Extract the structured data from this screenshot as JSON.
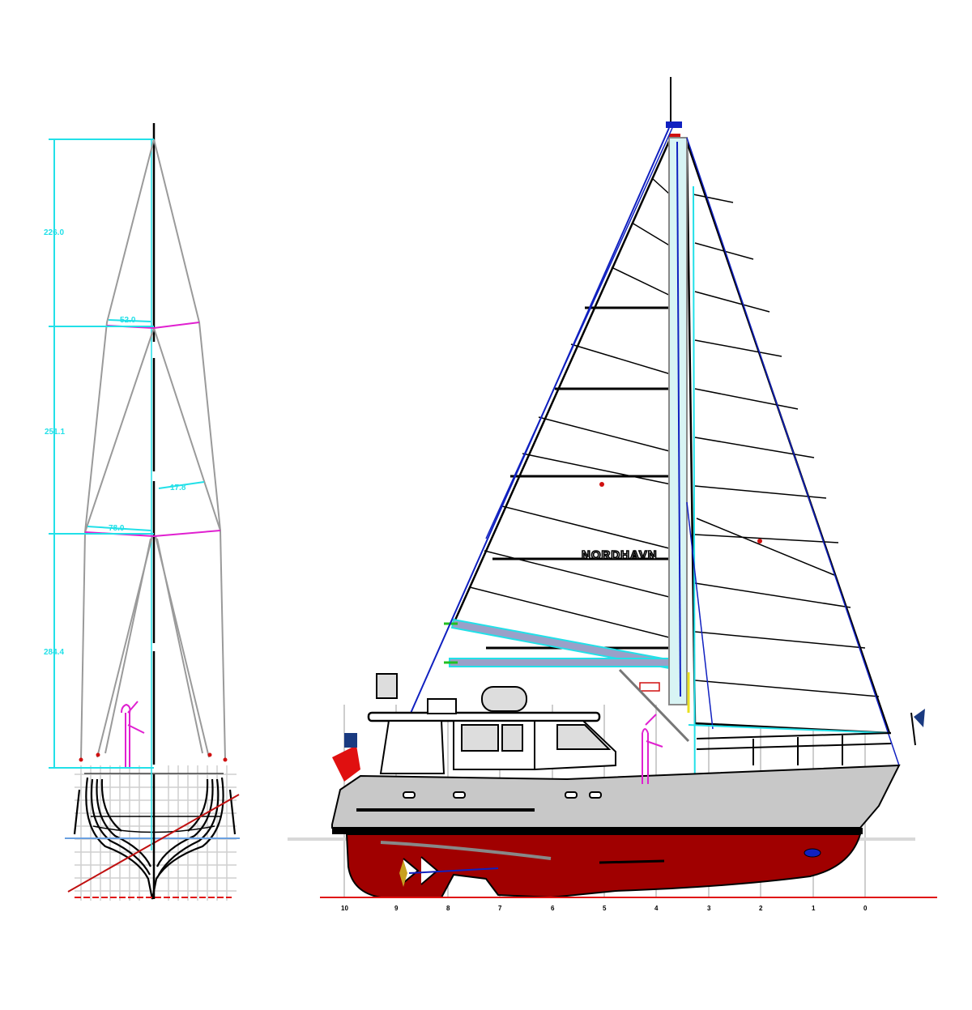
{
  "section_view": {
    "height_dimensions": [
      "226.0",
      "251.1",
      "284.4"
    ],
    "spreader_dimensions": [
      "52.0",
      "17.8",
      "78.0"
    ]
  },
  "profile_view": {
    "sail_brand": "NORDHAVN",
    "stations": [
      "10",
      "9",
      "8",
      "7",
      "6",
      "5",
      "4",
      "3",
      "2",
      "1",
      "0"
    ]
  },
  "colors": {
    "dimension": "#22e0e8",
    "bottom_paint": "#a00000",
    "topsides": "#c8c8c8",
    "figure": "#e020d0",
    "stay": "#1020c0",
    "baseline": "#e01010"
  }
}
